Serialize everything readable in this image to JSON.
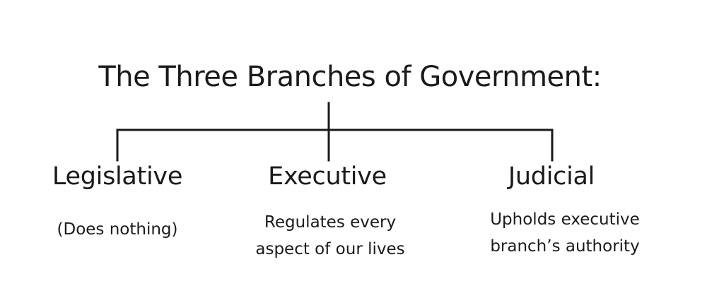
{
  "title": "The Three Branches of Government:",
  "branches": [
    {
      "name": "Legislative",
      "description_lines": [
        "(Does nothing)"
      ]
    },
    {
      "name": "Executive",
      "description_lines": [
        "Regulates every",
        "aspect of our lives"
      ]
    },
    {
      "name": "Judicial",
      "description_lines": [
        "Upholds executive",
        "branch’s authority"
      ]
    }
  ],
  "colors": {
    "text": "#1a1a1a",
    "lines": "#1a1a1a",
    "background": "#ffffff"
  }
}
